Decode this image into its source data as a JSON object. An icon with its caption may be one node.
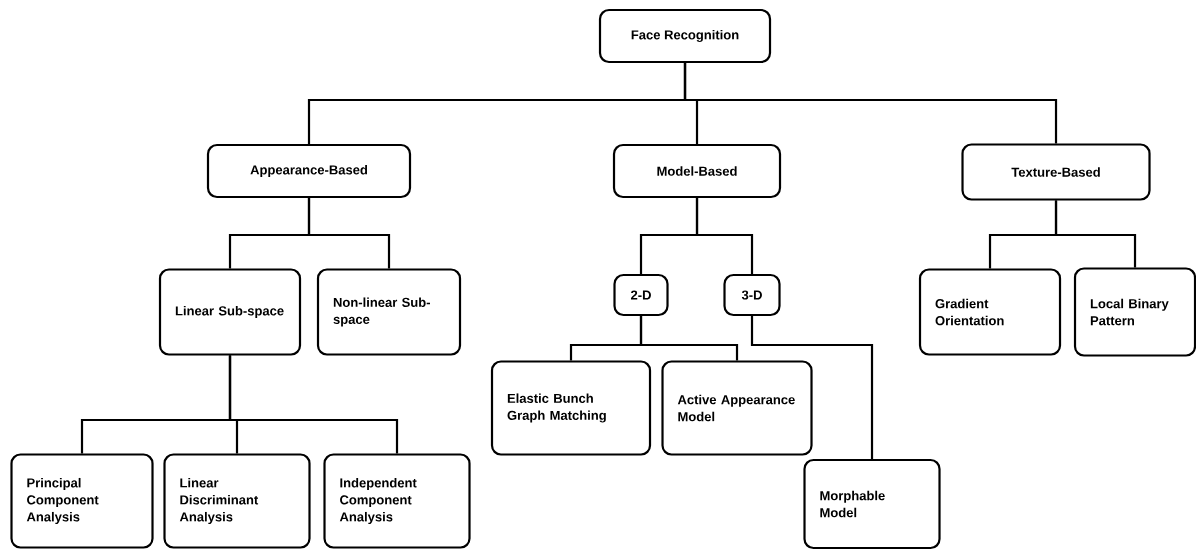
{
  "diagram": {
    "nodes": [
      {
        "text": [
          "Face Recognition"
        ]
      },
      {
        "text": [
          "Appearance-Based"
        ]
      },
      {
        "text": [
          "Model-Based"
        ]
      },
      {
        "text": [
          "Texture-Based"
        ]
      },
      {
        "text": [
          "Linear Sub-space"
        ]
      },
      {
        "text": [
          "Non-linear Sub-space"
        ]
      },
      {
        "text": [
          "2-D"
        ]
      },
      {
        "text": [
          "3-D"
        ]
      },
      {
        "text": [
          "Gradient Orientation"
        ]
      },
      {
        "text": [
          "Local Binary Pattern"
        ]
      },
      {
        "text": [
          "Elastic Bunch Graph Matching"
        ]
      },
      {
        "text": [
          "Active Appearance Model"
        ]
      },
      {
        "text": [
          "Principal Component Analysis"
        ]
      },
      {
        "text": [
          "Linear Discriminant Analysis"
        ]
      },
      {
        "text": [
          "Independent Component Analysis"
        ]
      },
      {
        "text": [
          "Morphable Model"
        ]
      }
    ],
    "edges": [
      {
        "from": 0,
        "to": 1,
        "arrow": "none"
      },
      {
        "from": 0,
        "to": 2,
        "arrow": "none"
      },
      {
        "from": 0,
        "to": 3,
        "arrow": "none"
      },
      {
        "from": 1,
        "to": 4,
        "arrow": "none"
      },
      {
        "from": 1,
        "to": 5,
        "arrow": "none"
      },
      {
        "from": 2,
        "to": 6,
        "arrow": "none"
      },
      {
        "from": 2,
        "to": 7,
        "arrow": "none"
      },
      {
        "from": 3,
        "to": 8,
        "arrow": "none"
      },
      {
        "from": 3,
        "to": 9,
        "arrow": "none"
      },
      {
        "from": 6,
        "to": 10,
        "arrow": "none"
      },
      {
        "from": 6,
        "to": 11,
        "arrow": "none"
      },
      {
        "from": 7,
        "to": 15,
        "arrow": "none"
      },
      {
        "from": 4,
        "to": 12,
        "arrow": "none"
      },
      {
        "from": 4,
        "to": 13,
        "arrow": "none"
      },
      {
        "from": 4,
        "to": 14,
        "arrow": "none"
      }
    ]
  }
}
